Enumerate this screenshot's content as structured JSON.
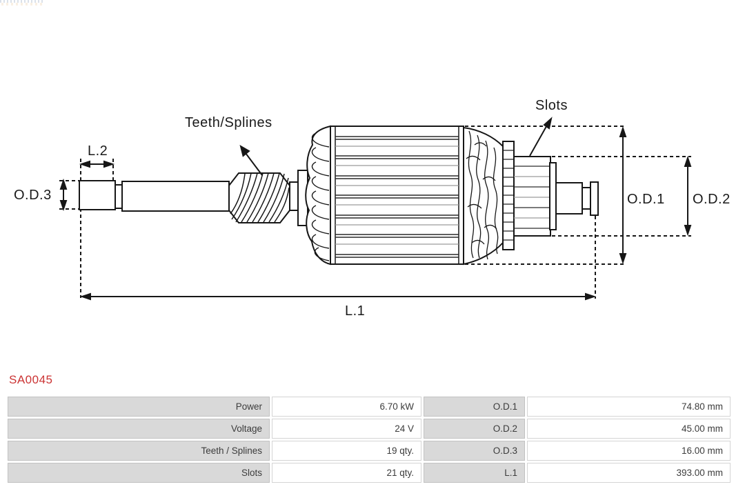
{
  "part_number": "SA0045",
  "diagram": {
    "labels": {
      "teeth_splines": "Teeth/Splines",
      "l2": "L.2",
      "od3": "O.D.3",
      "slots": "Slots",
      "od1": "O.D.1",
      "od2": "O.D.2",
      "l1": "L.1"
    }
  },
  "specs_table": {
    "rows": [
      [
        "Power",
        "6.70 kW",
        "O.D.1",
        "74.80 mm"
      ],
      [
        "Voltage",
        "24 V",
        "O.D.2",
        "45.00 mm"
      ],
      [
        "Teeth / Splines",
        "19 qty.",
        "O.D.3",
        "16.00 mm"
      ],
      [
        "Slots",
        "21 qty.",
        "L.1",
        "393.00 mm"
      ]
    ]
  },
  "colors": {
    "accent_red": "#cb3333",
    "table_label_bg": "#d9d9d9",
    "table_value_bg": "#ffffff",
    "line": "#1a1a1a"
  }
}
